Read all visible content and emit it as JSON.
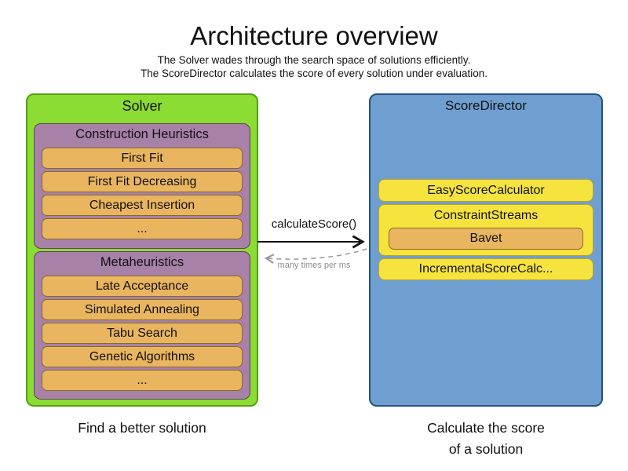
{
  "title": "Architecture overview",
  "subtitle_line1": "The Solver wades through the search space of solutions efficiently.",
  "subtitle_line2": "The ScoreDirector calculates the score of every solution under evaluation.",
  "solver": {
    "label": "Solver",
    "caption": "Find a better solution",
    "construction_heuristics": {
      "label": "Construction Heuristics",
      "items": [
        "First Fit",
        "First Fit Decreasing",
        "Cheapest Insertion",
        "..."
      ]
    },
    "metaheuristics": {
      "label": "Metaheuristics",
      "items": [
        "Late Acceptance",
        "Simulated Annealing",
        "Tabu Search",
        "Genetic Algorithms",
        "..."
      ]
    }
  },
  "score_director": {
    "label": "ScoreDirector",
    "easy_score_calculator": "EasyScoreCalculator",
    "constraint_streams": {
      "label": "ConstraintStreams",
      "engine": "Bavet"
    },
    "incremental_score_calculator": "IncrementalScoreCalc...",
    "caption": [
      "Calculate the score",
      "of a solution"
    ]
  },
  "arrow": {
    "label": "calculateScore()",
    "note": "many times per ms"
  },
  "colors": {
    "solver_bg": "#8bdc33",
    "solver_border": "#55a016",
    "phase_bg": "#a881a9",
    "phase_border": "#5e4456",
    "item_bg": "#e9b55f",
    "item_border": "#8a6a25",
    "director_bg": "#6f9fd1",
    "director_border": "#24527d",
    "calc_bg": "#f6e33e",
    "calc_border": "#b8a428",
    "arrow_solid": "#111111",
    "arrow_dashed": "#999999"
  }
}
